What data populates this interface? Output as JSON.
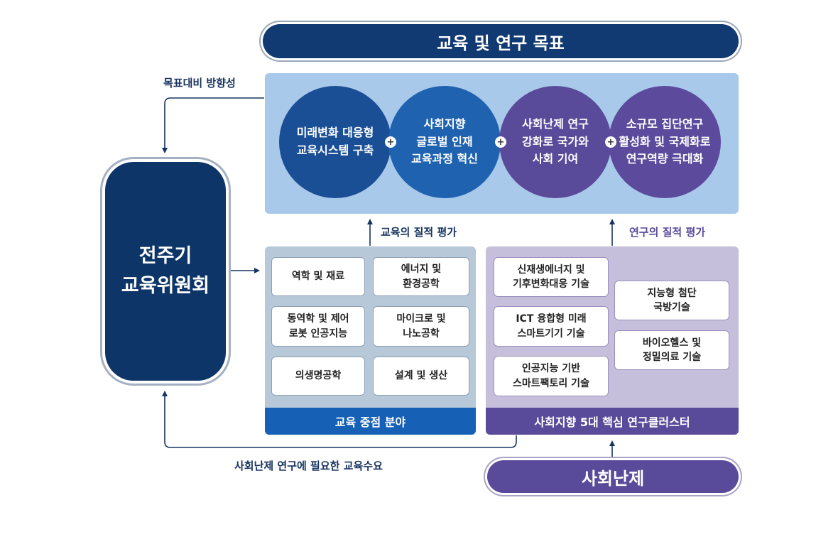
{
  "top_title": "교육 및 연구 목표",
  "bottom_title": "사회난제",
  "council": {
    "line1": "전주기",
    "line2": "교육위원회"
  },
  "goals": [
    {
      "text": "미래변화 대응형\n교육시스템 구축",
      "color": "#1a4f95"
    },
    {
      "text": "사회지향\n글로벌 인재\n교육과정 혁신",
      "color": "#1f63b0"
    },
    {
      "text": "사회난제 연구\n강화로 국가와\n사회 기여",
      "color": "#5a4a9a"
    },
    {
      "text": "소규모 집단연구\n활성화 및 국제화로\n연구역량 극대화",
      "color": "#5c4b9c"
    }
  ],
  "plus_sign": "+",
  "labels": {
    "direction": "목표대비 방향성",
    "edu_eval": "교육의 질적 평가",
    "res_eval": "연구의 질적 평가",
    "demand": "사회난제 연구에 필요한 교육수요"
  },
  "edu_fields": {
    "title": "교육 중점 분야",
    "items": [
      "역학 및 재료",
      "에너지 및\n환경공학",
      "동역학 및 제어\n로봇 인공지능",
      "마이크로 및\n나노공학",
      "의생명공학",
      "설계 및 생산"
    ]
  },
  "research_clusters": {
    "title": "사회지향 5대 핵심 연구클러스터",
    "items": [
      "신재생에너지 및\n기후변화대응 기술",
      "ICT 융합형 미래\n스마트기기 기술",
      "인공지능 기반\n스마트팩토리 기술",
      "지능형 첨단\n국방기술",
      "바이오헬스 및\n정밀의료 기술"
    ]
  },
  "colors": {
    "navy": "#123a72",
    "edu_blue": "#1660b5",
    "purple": "#5a4a9a",
    "label_blue": "#17335f",
    "label_purple": "#5a4a9a"
  }
}
